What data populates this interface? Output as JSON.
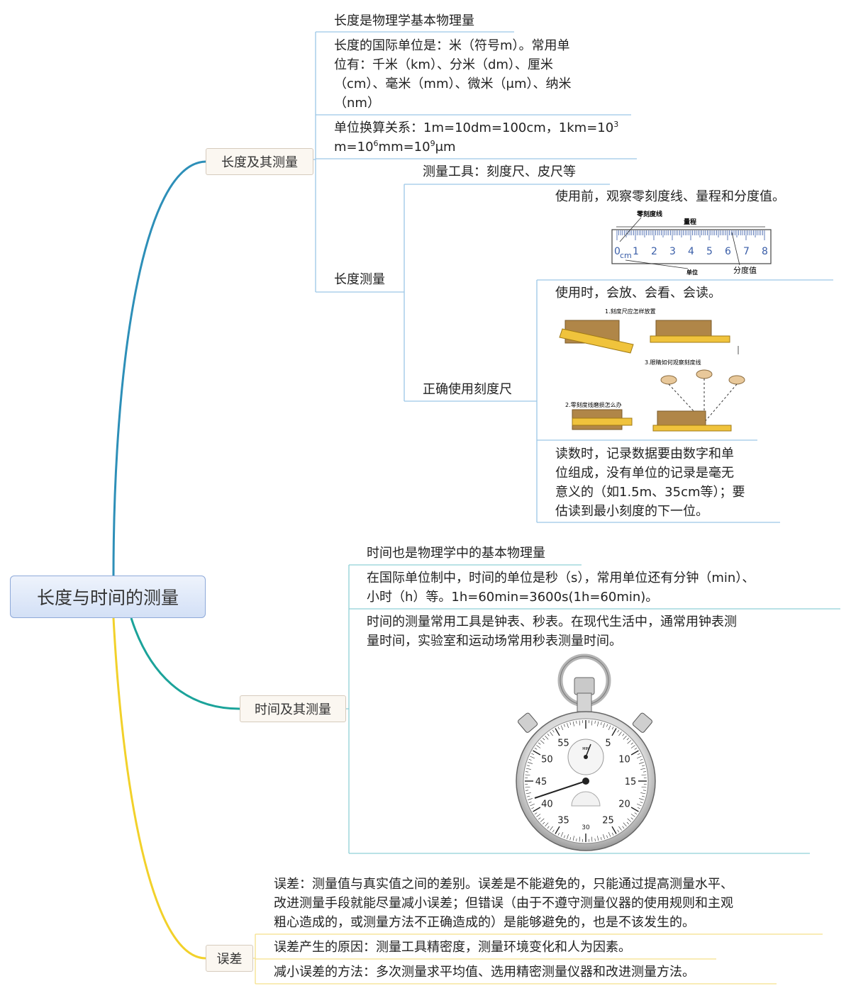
{
  "root": {
    "label": "长度与时间的测量"
  },
  "colors": {
    "branch_length": "#2d8fb8",
    "branch_time": "#1ba39a",
    "branch_error": "#f2d12a",
    "sub_length": "#9cc7e6",
    "sub_time": "#8fd0d6",
    "sub_error": "#f5e08a"
  },
  "length": {
    "label": "长度及其测量",
    "basic": "长度是物理学基本物理量",
    "unit_line1": "长度的国际单位是：米（符号m）。常用单",
    "unit_line2": "位有：千米（km）、分米（dm）、厘米",
    "unit_line3": "（cm）、毫米（mm）、微米（μm）、纳米",
    "unit_line4": "（nm）",
    "conv_line1_a": "单位换算关系：1m=10dm=100cm，1km=10",
    "conv_line1_sup": "3",
    "conv_line2_a": "m=10",
    "conv_line2_sup1": "6",
    "conv_line2_b": "mm=10",
    "conv_line2_sup2": "9",
    "conv_line2_c": "μm",
    "measure": {
      "label": "长度测量",
      "tools": "测量工具：刻度尺、皮尺等",
      "before": "使用前，观察零刻度线、量程和分度值。",
      "ruler": {
        "zero_label": "零刻度线",
        "range_label": "量程",
        "unit_label": "单位",
        "division_label": "分度值",
        "cm": "cm",
        "numbers": [
          "0",
          "1",
          "2",
          "3",
          "4",
          "5",
          "6",
          "7",
          "8"
        ]
      },
      "correct": {
        "label": "正确使用刻度尺",
        "during": "使用时，会放、会看、会读。",
        "fig_caption1": "1.刻度尺应怎样放置",
        "fig_caption2": "2.零刻度线磨损怎么办",
        "fig_caption3": "3.眼睛如何观察刻度线",
        "read_line1": "读数时，记录数据要由数字和单",
        "read_line2": "位组成，没有单位的记录是毫无",
        "read_line3": "意义的（如1.5m、35cm等）；要",
        "read_line4": "估读到最小刻度的下一位。"
      }
    }
  },
  "time": {
    "label": "时间及其测量",
    "basic": "时间也是物理学中的基本物理量",
    "unit_line1": "在国际单位制中，时间的单位是秒（s），常用单位还有分钟（min）、",
    "unit_line2": "小时（h）等。1h=60min=3600s(1h=60min)。",
    "tools_line1": "时间的测量常用工具是钟表、秒表。在现代生活中，通常用钟表测",
    "tools_line2": "量时间，实验室和运动场常用秒表测量时间。",
    "watch": {
      "numbers": [
        "55",
        "5",
        "10",
        "15",
        "20",
        "25",
        "30",
        "35",
        "40",
        "45",
        "50"
      ],
      "sub_label": "MIN"
    }
  },
  "error": {
    "label": "误差",
    "def_line1": "误差：测量值与真实值之间的差别。误差是不能避免的，只能通过提高测量水平、",
    "def_line2": "改进测量手段就能尽量减小误差；但错误（由于不遵守测量仪器的使用规则和主观",
    "def_line3": "粗心造成的，或测量方法不正确造成的）是能够避免的，也是不该发生的。",
    "cause": "误差产生的原因：测量工具精密度，测量环境变化和人为因素。",
    "reduce": "减小误差的方法：多次测量求平均值、选用精密测量仪器和改进测量方法。"
  }
}
